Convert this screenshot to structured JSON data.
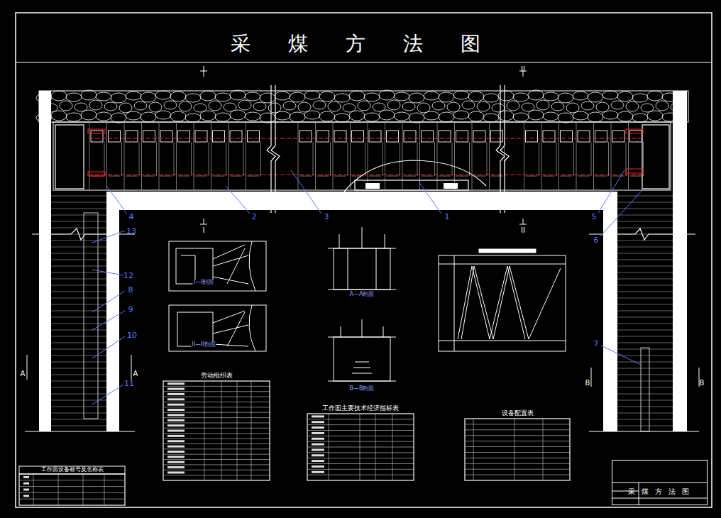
{
  "diagram": {
    "title": "采 煤 方 法 图",
    "nodes": [
      {
        "text": [
          "劳动组织表"
        ]
      },
      {
        "text": [
          "工作面主要技术经济指标表"
        ]
      },
      {
        "text": [
          "设备配置表"
        ]
      },
      {
        "text": [
          "工作面设备标号及名称表"
        ]
      },
      {
        "text": [
          "采 煤 方 法 图"
        ]
      }
    ],
    "labels": [
      "I",
      "I",
      "II",
      "II",
      "A",
      "A",
      "B",
      "B",
      "1",
      "2",
      "3",
      "4",
      "5",
      "6",
      "7",
      "8",
      "9",
      "10",
      "11",
      "12",
      "13",
      "I—I剖面",
      "II—II剖面",
      "A—A剖面",
      "B—B剖面"
    ]
  }
}
